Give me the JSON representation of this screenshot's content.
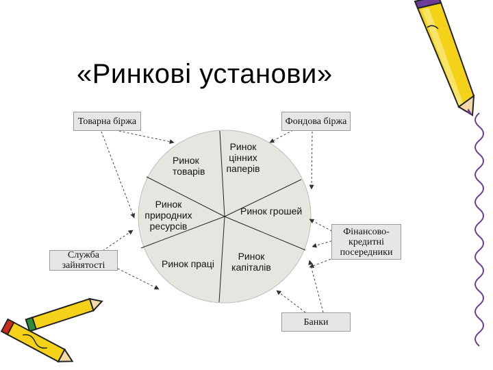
{
  "title": "«Ринкові установи»",
  "boxes": {
    "commodity_exchange": "Товарна біржа",
    "stock_exchange": "Фондова біржа",
    "employment_service": "Служба зайнятості",
    "financial_intermediaries": "Фінансово-кредитні посередники",
    "banks": "Банки"
  },
  "segments": {
    "goods_market": "Ринок товарів",
    "securities_market": "Ринок цінних паперів",
    "natural_resources_market": "Ринок природних ресурсів",
    "money_market": "Ринок грошей",
    "labor_market": "Ринок праці",
    "capital_market": "Ринок капіталів"
  },
  "colors": {
    "circle_fill": "#e6e6e1",
    "box_fill": "#e6e6e6",
    "pencil_yellow": "#f5d21a",
    "pencil_purple": "#6a3d9a",
    "accent_red": "#cc2a1e",
    "accent_green": "#2e8b3a"
  },
  "icons": [
    "pencil-icon",
    "pencils-icon",
    "squiggle-line-icon"
  ]
}
